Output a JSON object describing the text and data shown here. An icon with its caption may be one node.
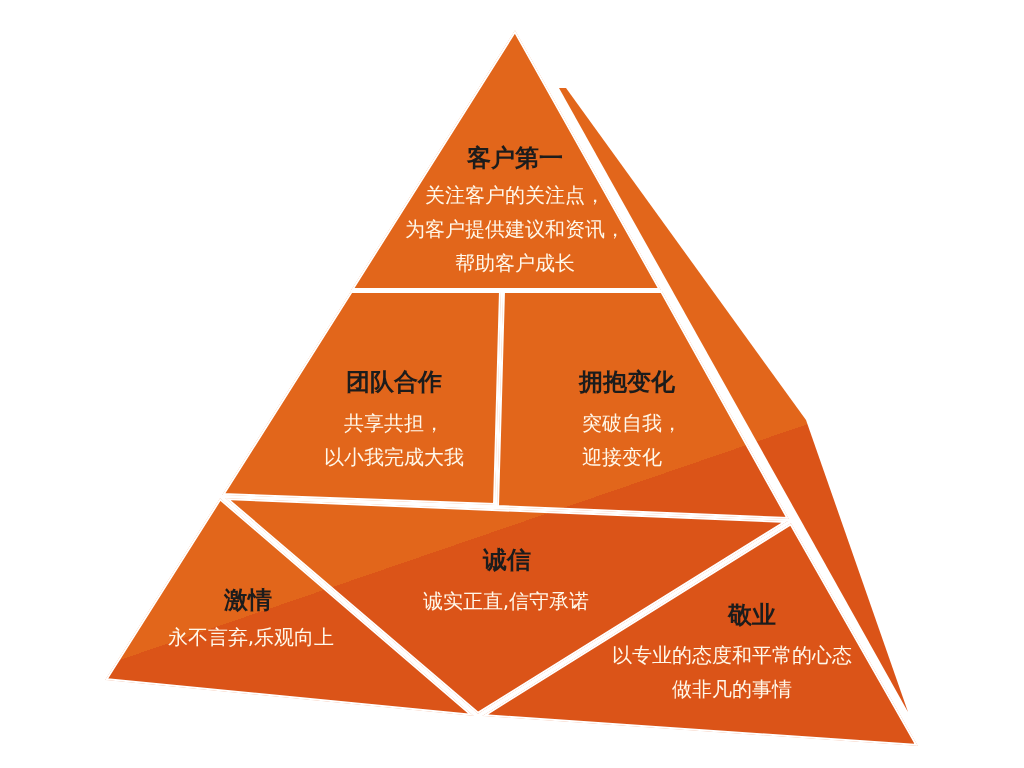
{
  "diagram": {
    "nodes": [
      {
        "text": [
          "客户第一",
          "关注客户的关注点，为客户提供建议和资讯，帮助客户成长"
        ]
      },
      {
        "text": [
          "团队合作",
          "共享共担，以小我完成大我"
        ]
      },
      {
        "text": [
          "拥抱变化",
          "突破自我，迎接变化"
        ]
      },
      {
        "text": [
          "激情",
          "永不言弃,乐观向上"
        ]
      },
      {
        "text": [
          "诚信",
          "诚实正直,信守承诺"
        ]
      },
      {
        "text": [
          "敬业",
          "以专业的态度和平常的心态做非凡的事情"
        ]
      }
    ]
  }
}
